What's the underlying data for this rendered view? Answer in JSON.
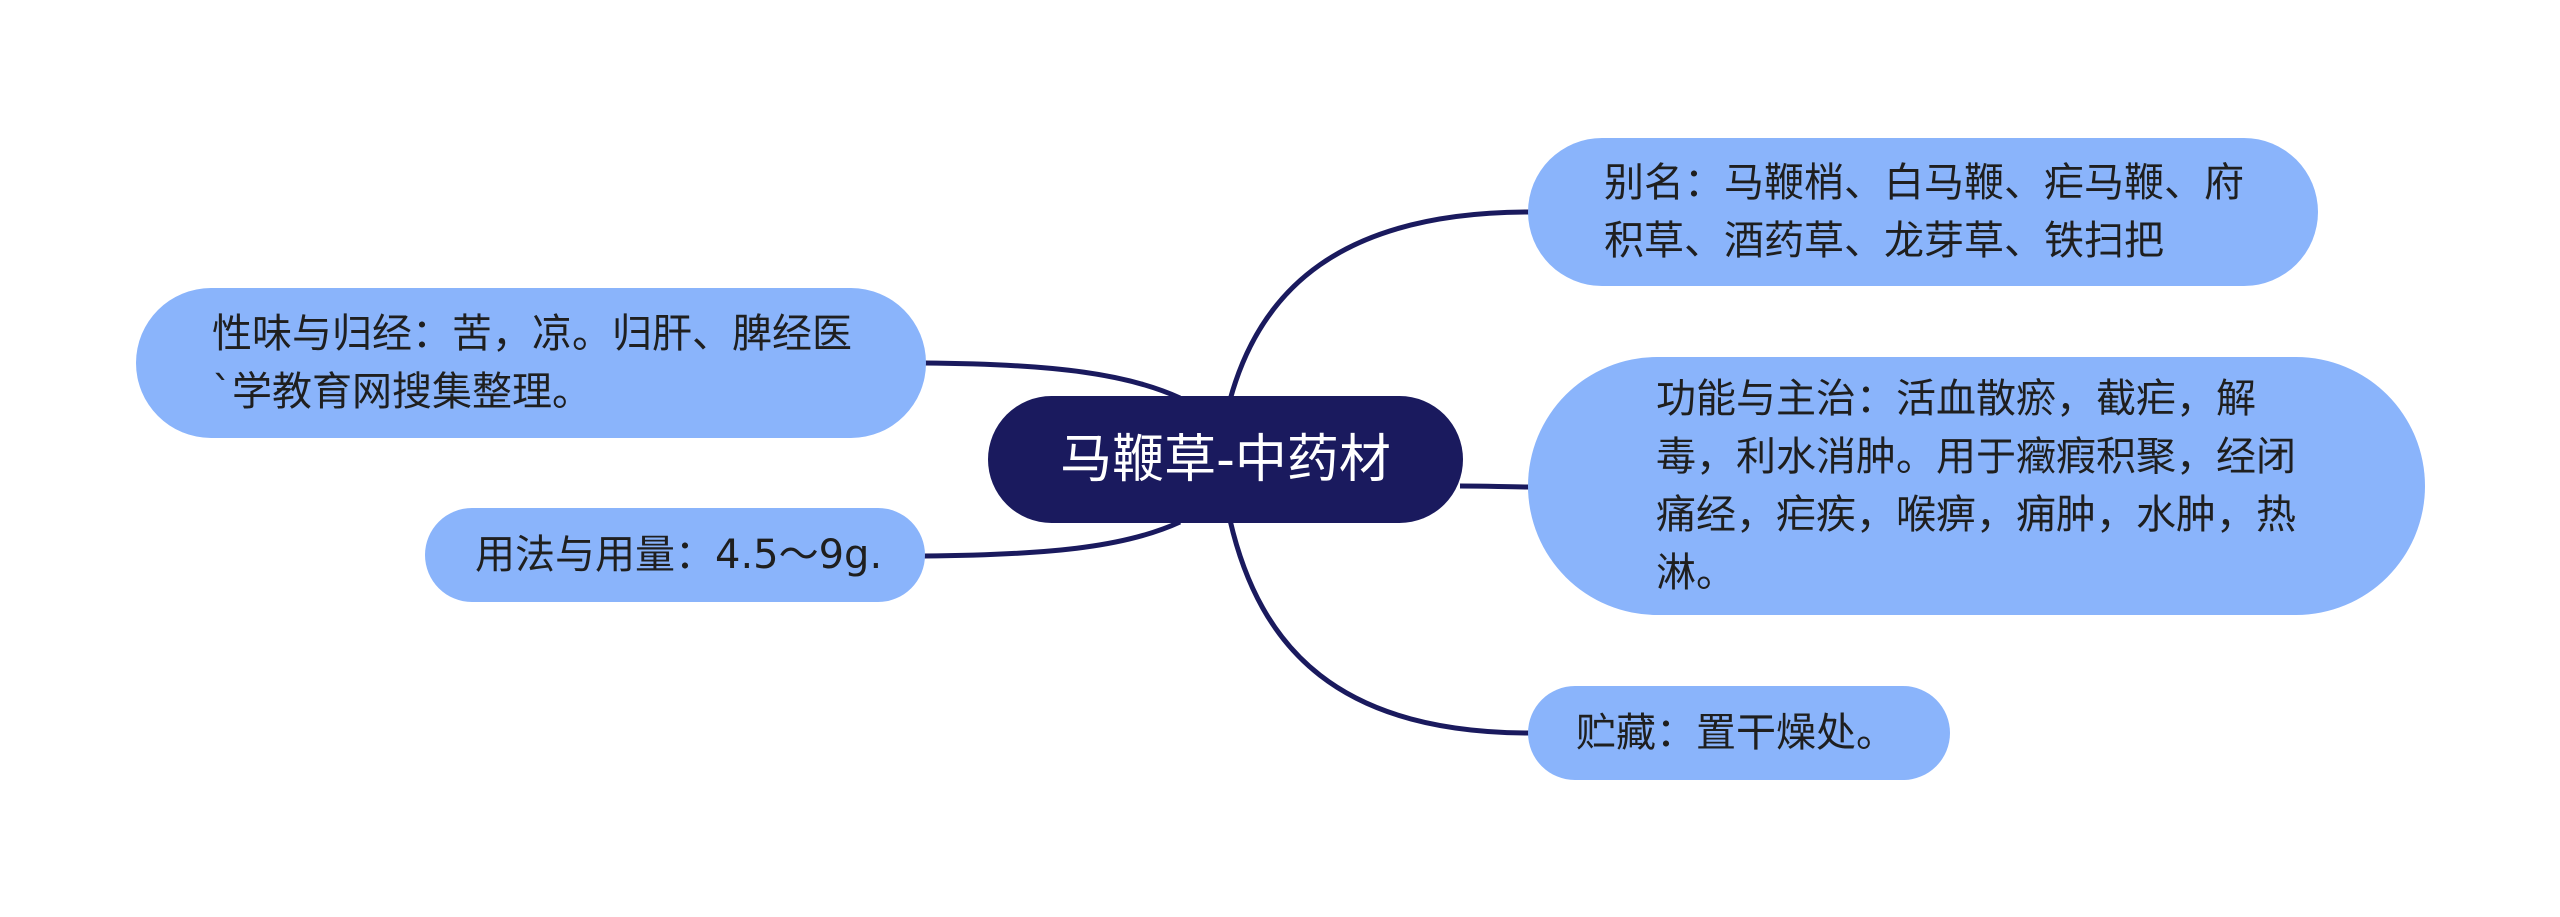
{
  "colors": {
    "central_bg": "#1a1a5e",
    "central_text": "#ffffff",
    "branch_bg": "#8ab4fb",
    "branch_text": "#1f1f1f",
    "connector": "#1a1a5e"
  },
  "central": {
    "label": "马鞭草-中药材"
  },
  "branches": {
    "alias": "别名：马鞭梢、白马鞭、疟马鞭、府积草、酒药草、龙芽草、铁扫把",
    "function": "功能与主治：活血散瘀，截疟，解毒，利水消肿。用于癥瘕积聚，经闭痛经，疟疾，喉痹，痈肿，水肿，热淋。",
    "storage": "贮藏：置干燥处。",
    "nature": "性味与归经：苦，凉。归肝、脾经医`学教育网搜集整理。",
    "usage": "用法与用量：4.5～9g."
  }
}
